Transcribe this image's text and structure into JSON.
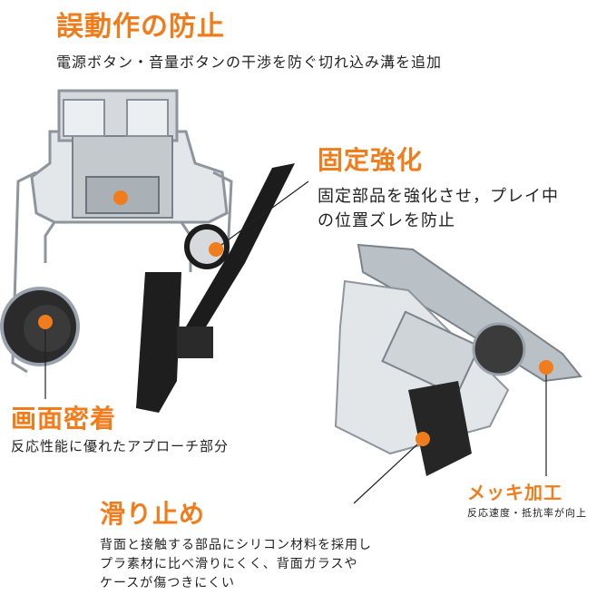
{
  "colors": {
    "accent": "#f07c1c",
    "text": "#222222",
    "metal": "#9aa3ad",
    "dark": "#1c1c1c"
  },
  "features": {
    "misoperation": {
      "heading": "誤動作の防止",
      "desc": "電源ボタン・音量ボタンの干渉を防ぐ切れ込み溝を追加"
    },
    "fixing": {
      "heading": "固定強化",
      "desc_line1": "固定部品を強化させ，プレイ中",
      "desc_line2": "の位置ズレを防止"
    },
    "screen": {
      "heading": "画面密着",
      "desc": "反応性能に優れたアプローチ部分"
    },
    "plating": {
      "heading": "メッキ加工",
      "desc": "反応速度・抵抗率が向上"
    },
    "antislip": {
      "heading": "滑り止め",
      "desc_line1": "背面と接触する部品にシリコン材料を採用し",
      "desc_line2": "プラ素材に比べ滑りにくく、背面ガラスや",
      "desc_line3": "ケースが傷つきにくい"
    }
  }
}
